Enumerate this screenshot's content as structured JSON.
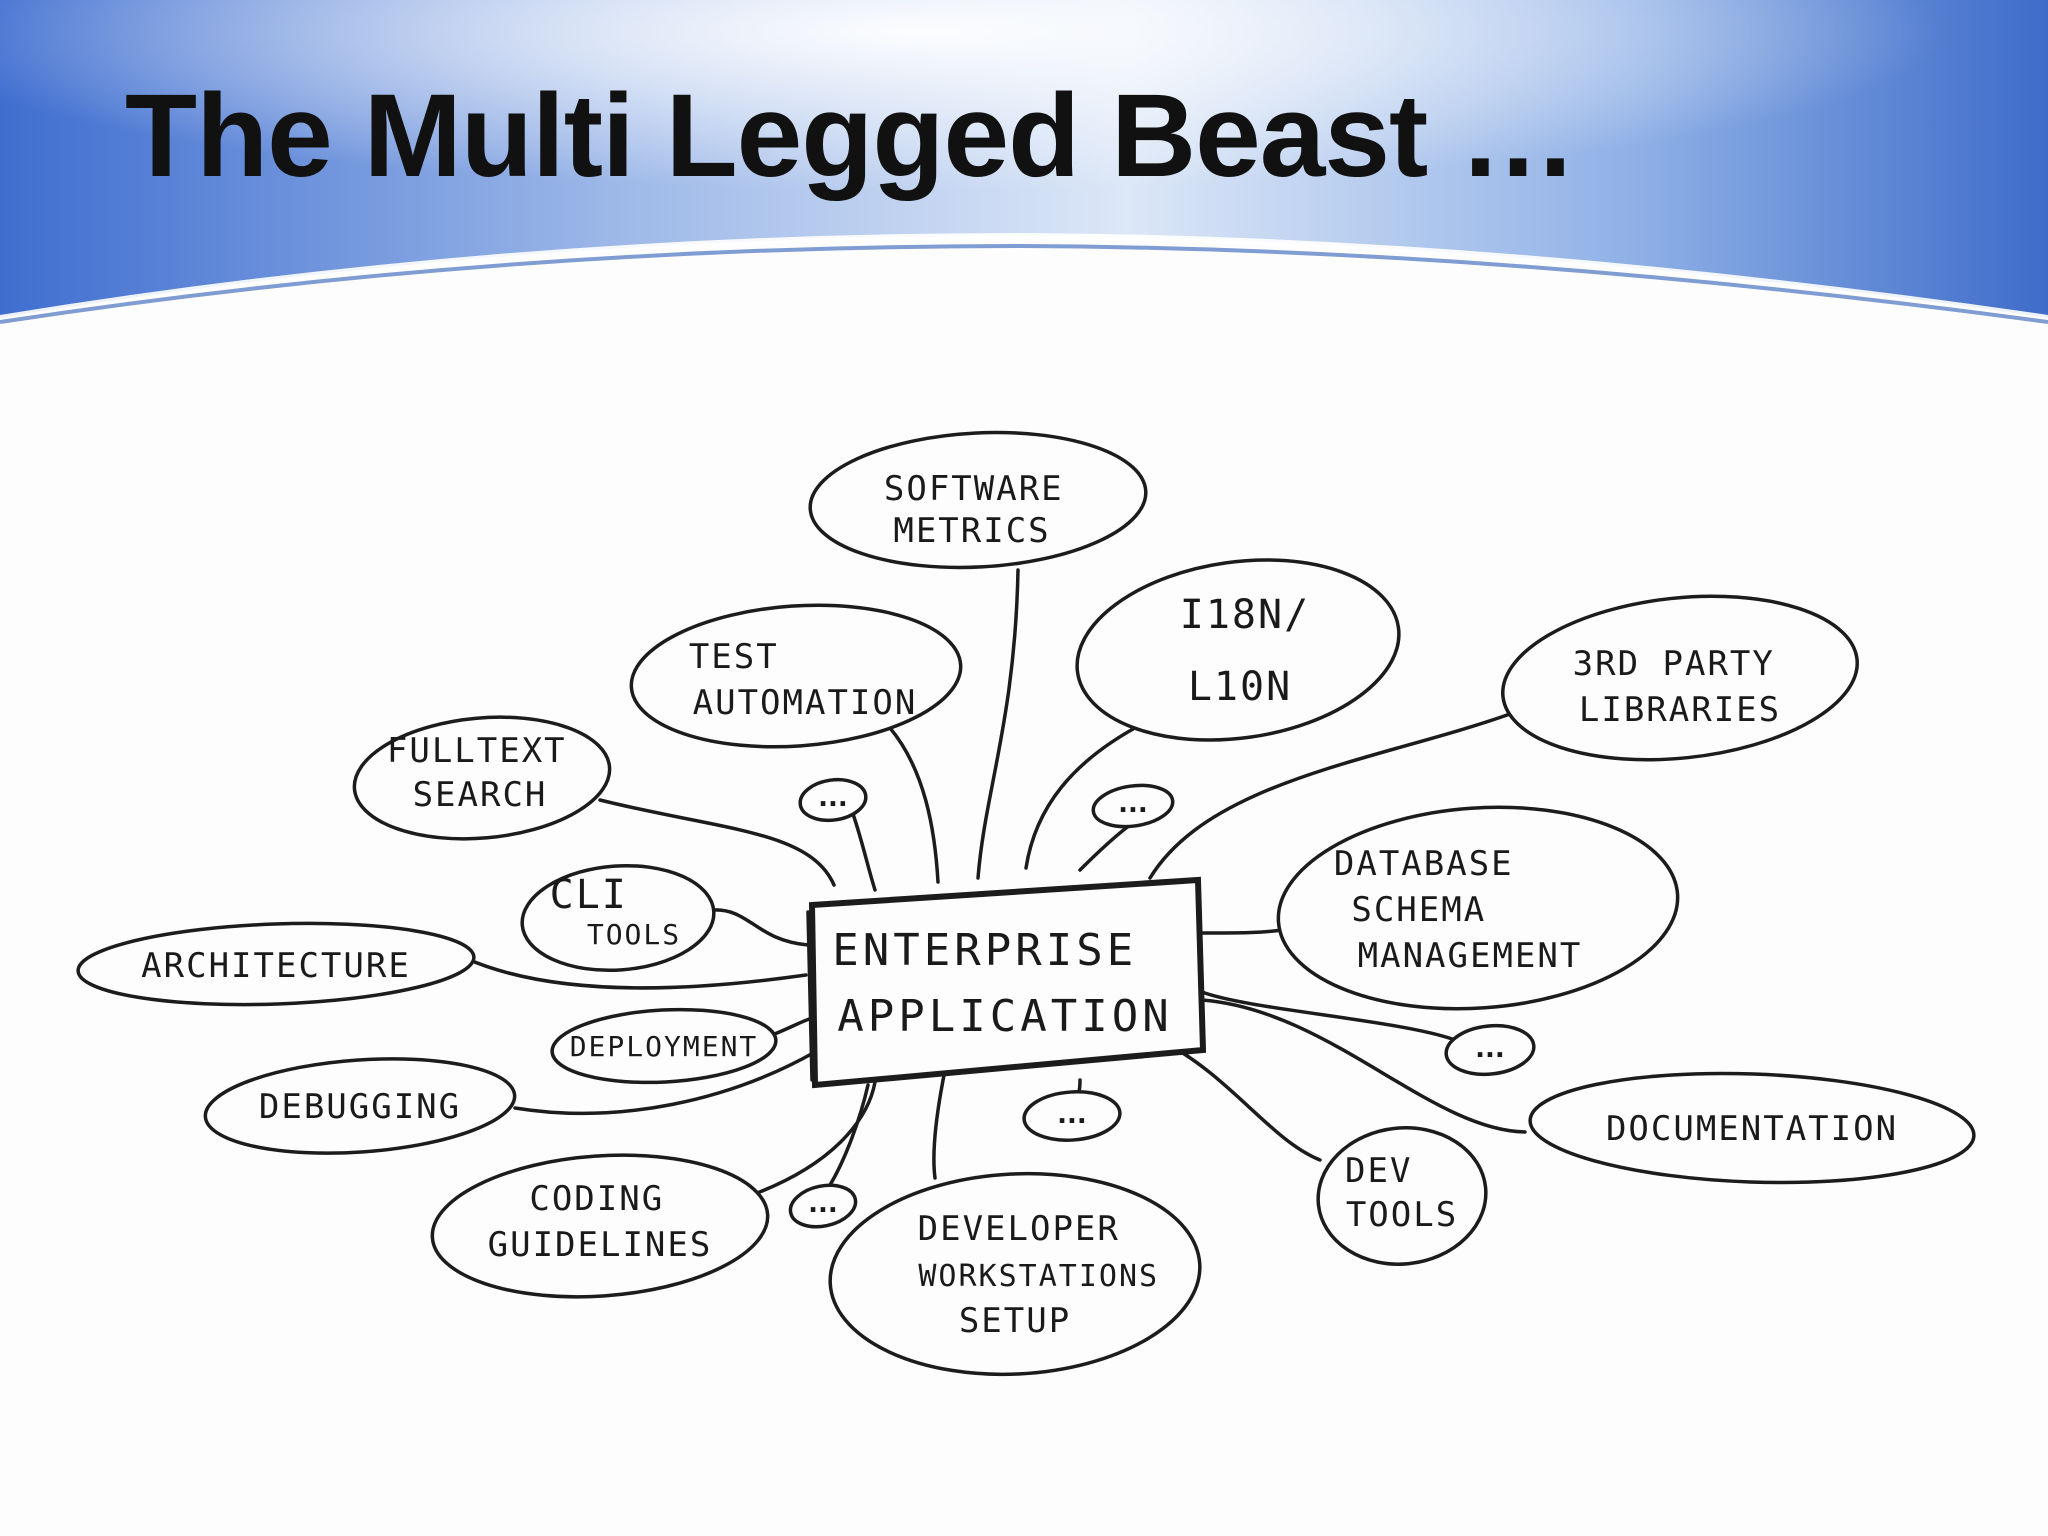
{
  "slide": {
    "title": "The Multi Legged Beast …"
  },
  "diagram": {
    "center": {
      "lines": [
        "Enterprise",
        "Application"
      ]
    },
    "nodes": [
      {
        "id": "software-metrics",
        "lines": [
          "Software",
          "Metrics"
        ]
      },
      {
        "id": "test-automation",
        "lines": [
          "Test",
          "Automation"
        ]
      },
      {
        "id": "i18n-l10n",
        "lines": [
          "I18N/",
          "L10N"
        ]
      },
      {
        "id": "3rd-party-libraries",
        "lines": [
          "3rd Party",
          "Libraries"
        ]
      },
      {
        "id": "fulltext-search",
        "lines": [
          "Fulltext",
          "Search"
        ]
      },
      {
        "id": "cli-tools",
        "lines": [
          "CLI",
          "Tools"
        ]
      },
      {
        "id": "architecture",
        "lines": [
          "Architecture"
        ]
      },
      {
        "id": "database-schema-management",
        "lines": [
          "Database",
          "Schema",
          "Management"
        ]
      },
      {
        "id": "deployment",
        "lines": [
          "Deployment"
        ]
      },
      {
        "id": "debugging",
        "lines": [
          "Debugging"
        ]
      },
      {
        "id": "documentation",
        "lines": [
          "Documentation"
        ]
      },
      {
        "id": "dev-tools",
        "lines": [
          "Dev",
          "Tools"
        ]
      },
      {
        "id": "coding-guidelines",
        "lines": [
          "Coding",
          "Guidelines"
        ]
      },
      {
        "id": "developer-workstations-setup",
        "lines": [
          "Developer",
          "Workstations",
          "Setup"
        ]
      }
    ],
    "ellipsis_text": "..."
  }
}
